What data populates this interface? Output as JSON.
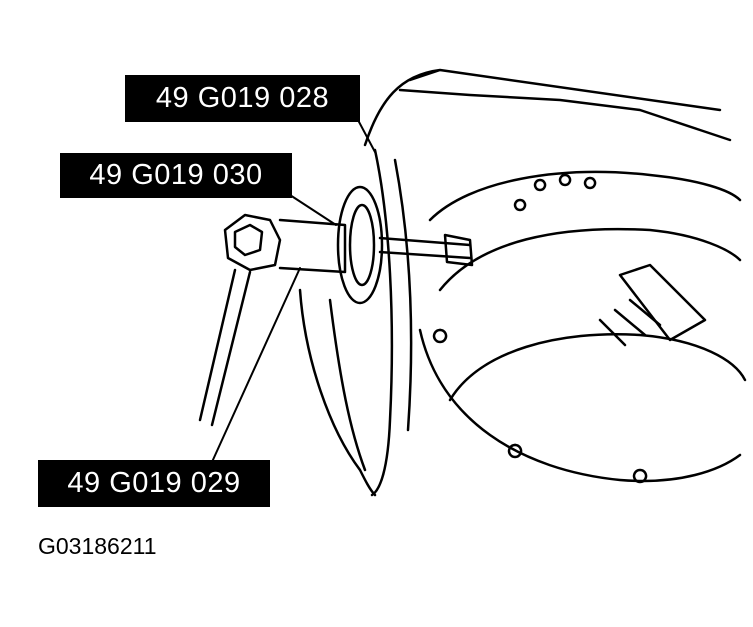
{
  "callouts": [
    {
      "label": "49 G019 028"
    },
    {
      "label": "49 G019 030"
    },
    {
      "label": "49 G019 029"
    }
  ],
  "figure_id": "G03186211"
}
